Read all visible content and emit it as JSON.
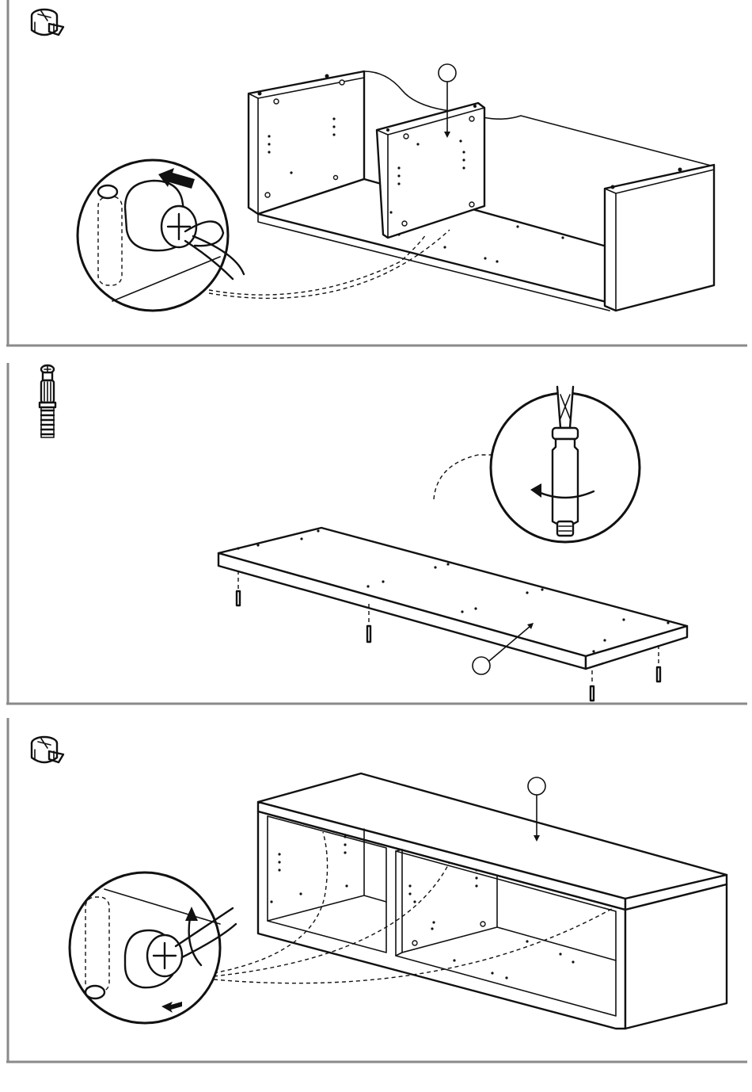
{
  "steps": [
    {
      "id": "step-1",
      "hardware_icon": "cam-lock-icon",
      "callout": "tighten-cam-lock-detail",
      "callout_arrow": "push-arrow-icon"
    },
    {
      "id": "step-2",
      "hardware_icon": "dowel-screw-icon",
      "callout": "screw-in-dowel-detail",
      "callout_arrow": "rotate-arrow-icon"
    },
    {
      "id": "step-3",
      "hardware_icon": "cam-lock-icon",
      "callout": "lock-cam-detail",
      "callout_arrow": "rotate-arrow-icon"
    }
  ],
  "colors": {
    "line": "#111111",
    "frame": "#8a8a8a",
    "background": "#ffffff"
  }
}
